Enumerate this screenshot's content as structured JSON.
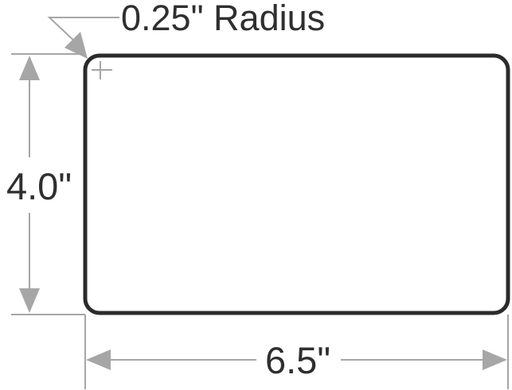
{
  "labels": {
    "radius": "0.25\" Radius",
    "height": "4.0\"",
    "width": "6.5\""
  },
  "colors": {
    "outline": "#2b2b2b",
    "dimension_lines": "#a6a6a6",
    "text": "#2f2f2f"
  }
}
